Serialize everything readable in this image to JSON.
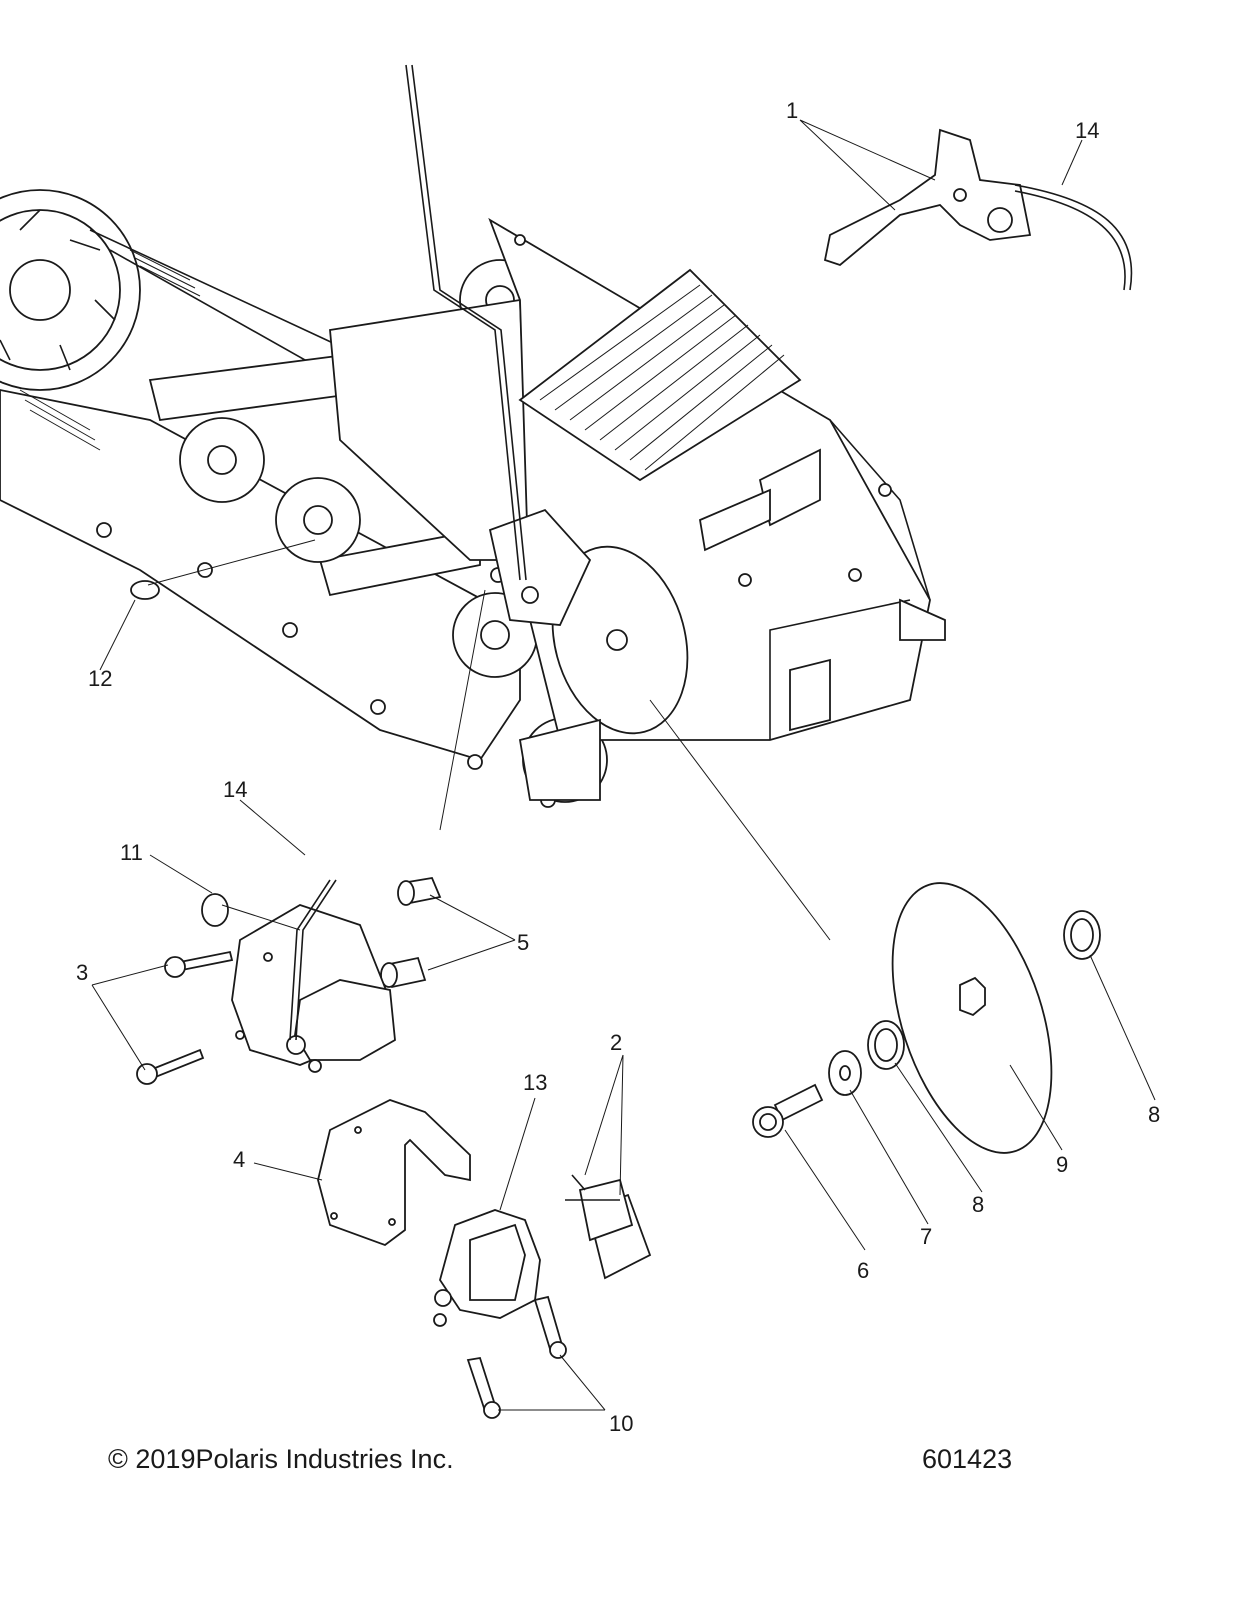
{
  "callouts": [
    {
      "id": "c1",
      "label": "1"
    },
    {
      "id": "c14a",
      "label": "14"
    },
    {
      "id": "c12",
      "label": "12"
    },
    {
      "id": "c14b",
      "label": "14"
    },
    {
      "id": "c11",
      "label": "11"
    },
    {
      "id": "c5",
      "label": "5"
    },
    {
      "id": "c3",
      "label": "3"
    },
    {
      "id": "c2",
      "label": "2"
    },
    {
      "id": "c13",
      "label": "13"
    },
    {
      "id": "c4",
      "label": "4"
    },
    {
      "id": "c10",
      "label": "10"
    },
    {
      "id": "c6",
      "label": "6"
    },
    {
      "id": "c7",
      "label": "7"
    },
    {
      "id": "c8a",
      "label": "8"
    },
    {
      "id": "c9",
      "label": "9"
    },
    {
      "id": "c8b",
      "label": "8"
    }
  ],
  "footer": {
    "copyright": "© 2019Polaris Industries Inc.",
    "drawing_number": "601423"
  }
}
